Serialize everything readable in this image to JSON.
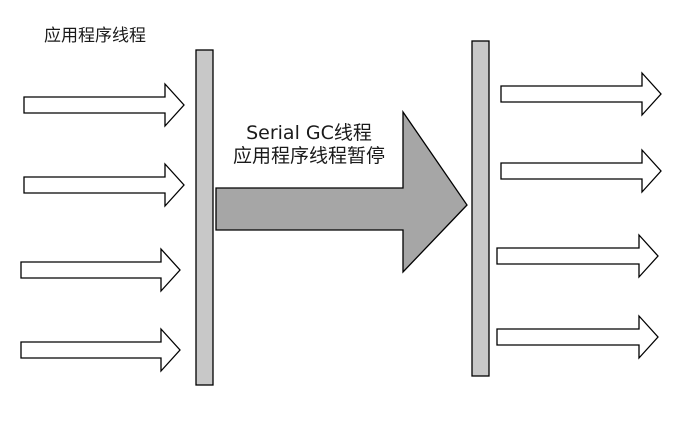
{
  "labels": {
    "app_threads": "应用程序线程",
    "gc_thread": "Serial GC线程",
    "app_pause": "应用程序线程暂停"
  },
  "colors": {
    "background": "#ffffff",
    "bar_fill": "#c8c8c8",
    "big_arrow_fill": "#a6a6a6",
    "outline": "#000000",
    "small_arrow_fill": "#ffffff"
  }
}
